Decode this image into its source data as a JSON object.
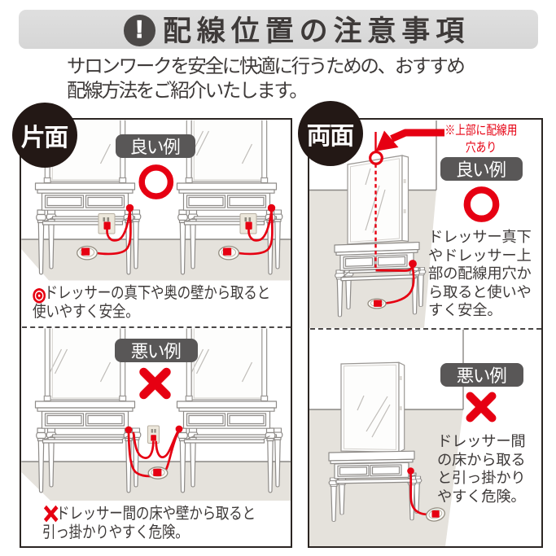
{
  "header": {
    "icon": "!",
    "title": "配線位置の注意事項"
  },
  "intro": "サロンワークを安全に快適に行うための、おすすめ\n配線方法をご紹介いたします。",
  "panels": {
    "left": {
      "label": "片面",
      "good": {
        "badge": "良い例",
        "caption_mark": "◎",
        "caption": "ドレッサーの真下や奥の壁から取ると\n使いやすく安全。"
      },
      "bad": {
        "badge": "悪い例",
        "caption_mark": "✕",
        "caption": "ドレッサー間の床や壁から取ると\n引っ掛かりやすく危険。"
      }
    },
    "right": {
      "label": "両面",
      "note": "※上部に配線用\n穴あり",
      "good": {
        "badge": "良い例",
        "caption": "ドレッサー真下\nやドレッサー上\n部の配線用穴か\nら取ると使いや\nすく安全。"
      },
      "bad": {
        "badge": "悪い例",
        "caption": "ドレッサー間\nの床から取る\nと引っ掛かり\nやすく危険。"
      }
    }
  },
  "colors": {
    "red": "#e60012",
    "badge_bg": "#595757",
    "circle_bg": "#231815",
    "floor": "#e5e2dc",
    "line": "#8e8b88",
    "text": "#3e3a39"
  }
}
